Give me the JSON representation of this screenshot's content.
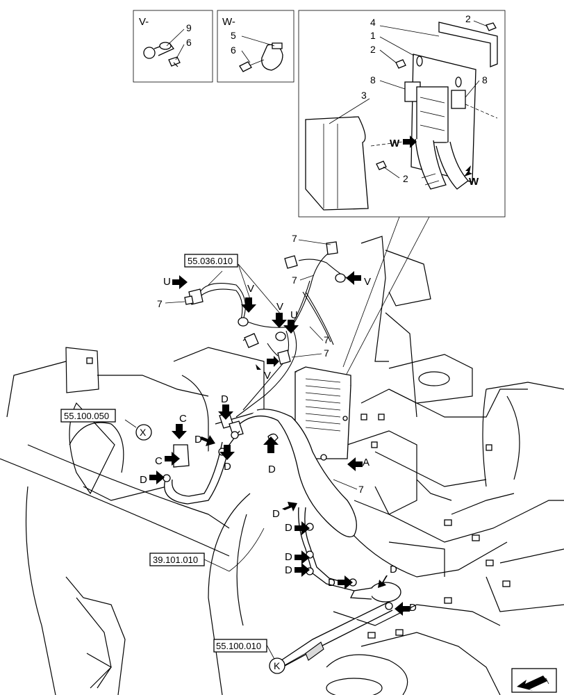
{
  "detail_v": {
    "title": "V-",
    "callouts": [
      "9",
      "6"
    ]
  },
  "detail_w": {
    "title": "W-",
    "callouts": [
      "5",
      "6"
    ]
  },
  "detail_main": {
    "callouts": [
      "4",
      "2",
      "1",
      "2",
      "8",
      "8",
      "3",
      "W",
      "W",
      "2"
    ]
  },
  "refs": {
    "r1": "55.036.010",
    "r2": "55.100.050",
    "r3": "39.101.010",
    "r4": "55.100.010"
  },
  "labels": {
    "U1": "U",
    "U2": "U",
    "V1": "V",
    "V2": "V",
    "V3": "V",
    "V4": "V",
    "n7a": "7",
    "n7b": "7",
    "n7c": "7",
    "n7d": "7",
    "n7e": "7",
    "n7f": "7",
    "C1": "C",
    "C2": "C",
    "D1": "D",
    "D2": "D",
    "D3": "D",
    "D4": "D",
    "D5": "D",
    "D6": "D",
    "D7": "D",
    "D8": "D",
    "D9": "D",
    "D10": "D",
    "D11": "D",
    "A1": "A",
    "X": "X",
    "K": "K"
  },
  "icons": {
    "orientation": "front-arrow-icon"
  }
}
